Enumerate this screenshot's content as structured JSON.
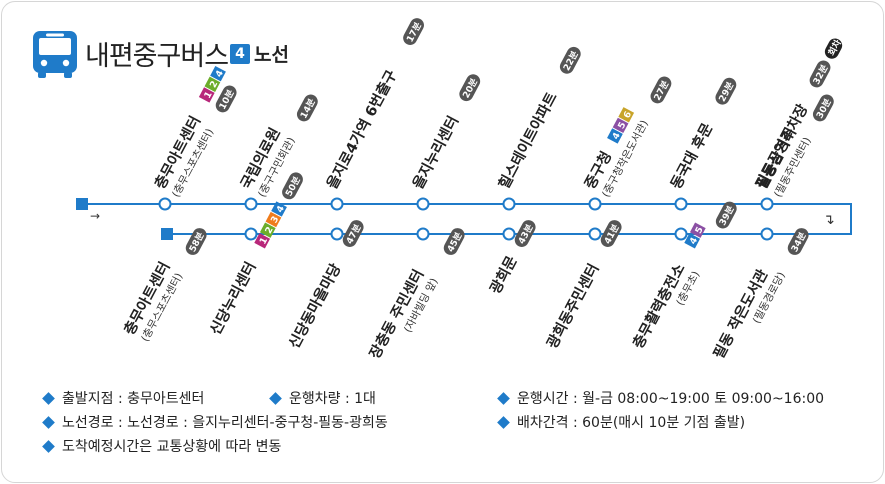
{
  "header": {
    "title": "내편중구버스",
    "route_number": "4",
    "route_label": "노선",
    "icon": "bus-icon"
  },
  "colors": {
    "line": "#1f7bc9",
    "station_fill": "#ffffff",
    "tag_bg": "#555555",
    "tag_last": "#222222",
    "line1": "#b8277a",
    "line2": "#6cad2b",
    "line3": "#ef7c1c",
    "line4": "#1f7bc9",
    "line5": "#8b50a4",
    "line6": "#c8a42a"
  },
  "start_arrow": "→",
  "loop_arrow": "↴",
  "stations_upper": [
    {
      "name": "충무아트센터",
      "sub": "(충무스포츠센터)",
      "time": "10분",
      "lines": [
        "1",
        "2",
        "4"
      ]
    },
    {
      "name": "국립의료원",
      "sub": "(중구구민회관)",
      "time": "14분",
      "lines": []
    },
    {
      "name": "을지로4가역 6번출구",
      "sub": "",
      "time": "17분",
      "lines": []
    },
    {
      "name": "을지누리센터",
      "sub": "",
      "time": "20분",
      "lines": []
    },
    {
      "name": "힐스테이트아파트",
      "sub": "",
      "time": "22분",
      "lines": []
    },
    {
      "name": "중구청",
      "sub": "(중구청작은도서관)",
      "time": "27분",
      "lines": [
        "4",
        "5",
        "6"
      ]
    },
    {
      "name": "동국대 후문",
      "sub": "",
      "time": "29분",
      "lines": []
    },
    {
      "name": "필동삼거리",
      "sub": "(필동주민센터)",
      "time": "30분",
      "lines": []
    },
    {
      "name": "필동공영주차장",
      "sub": "",
      "time": "32분",
      "lines": [],
      "extra": "회차"
    }
  ],
  "stations_lower": [
    {
      "name": "충무아트센터",
      "sub": "(충무스포츠센터)",
      "time": "58분",
      "lines": []
    },
    {
      "name": "신당누리센터",
      "sub": "",
      "time": "50분",
      "lines": [
        "1",
        "2",
        "3",
        "4"
      ]
    },
    {
      "name": "신당동마을마당",
      "sub": "",
      "time": "47분",
      "lines": []
    },
    {
      "name": "장충동 주민센터",
      "sub": "(자바빌딩 앞)",
      "time": "45분",
      "lines": []
    },
    {
      "name": "광희문",
      "sub": "",
      "time": "43분",
      "lines": []
    },
    {
      "name": "광희동주민센터",
      "sub": "",
      "time": "41분",
      "lines": []
    },
    {
      "name": "충무활력충전소",
      "sub": "(충무초)",
      "time": "39분",
      "lines": [
        "4",
        "5"
      ]
    },
    {
      "name": "필동 작은도서관",
      "sub": "(필동경로당)",
      "time": "34분",
      "lines": []
    }
  ],
  "legend": {
    "col1": [
      "출발지점 : 충무아트센터",
      "노선경로 : 노선경로 : 을지누리센터-중구청-필동-광희동",
      "도착예정시간은 교통상황에 따라 변동"
    ],
    "col1b": [
      "운행차량 : 1대"
    ],
    "col2": [
      "운행시간 : 월-금 08:00~19:00 토 09:00~16:00",
      "배차간격 : 60분(매시 10분 기점 출발)"
    ]
  }
}
